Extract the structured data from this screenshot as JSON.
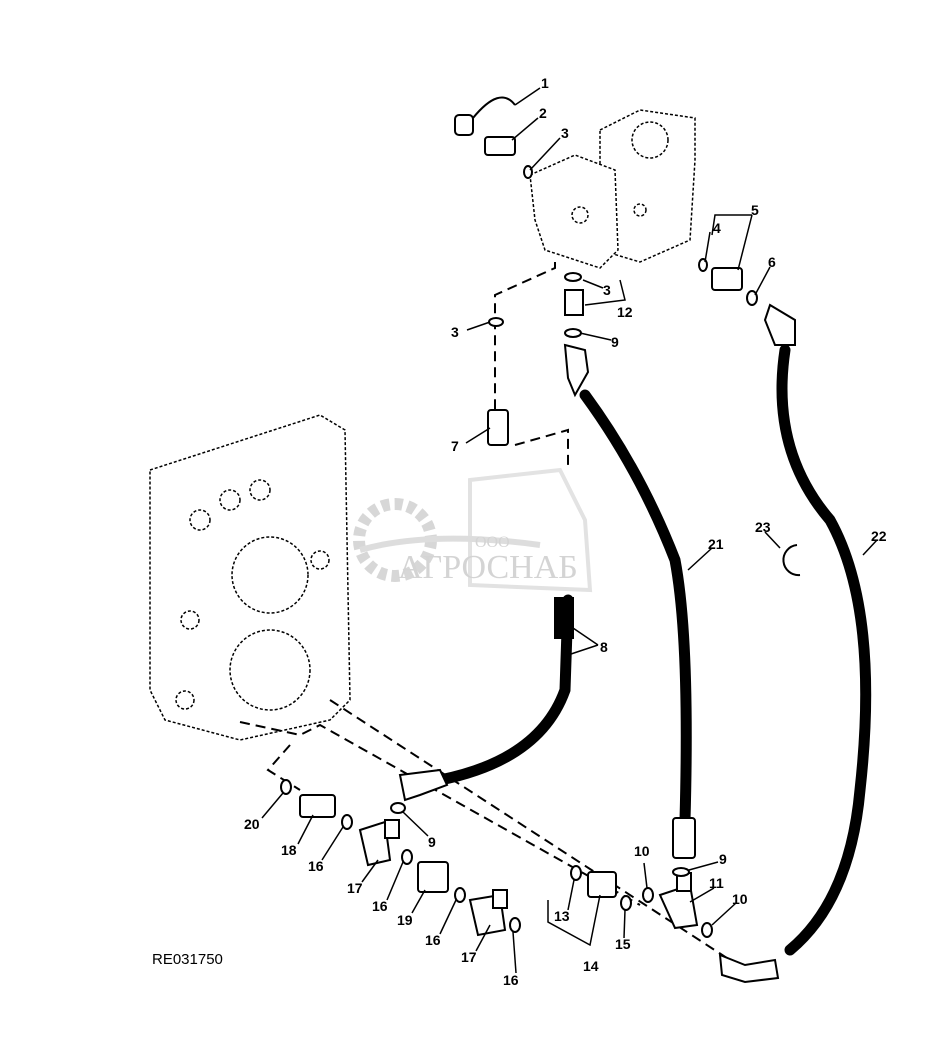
{
  "diagram": {
    "reference_code": "RE031750",
    "watermark": {
      "prefix": "ООО",
      "name": "АГРОСНАБ"
    },
    "callouts": [
      "1",
      "2",
      "3",
      "4",
      "5",
      "6",
      "3",
      "12",
      "3",
      "9",
      "7",
      "21",
      "23",
      "22",
      "8",
      "20",
      "18",
      "16",
      "9",
      "17",
      "16",
      "19",
      "16",
      "17",
      "16",
      "13",
      "14",
      "15",
      "10",
      "9",
      "11",
      "10"
    ],
    "colors": {
      "line": "#000000",
      "watermark": "#b8b8b8"
    }
  }
}
